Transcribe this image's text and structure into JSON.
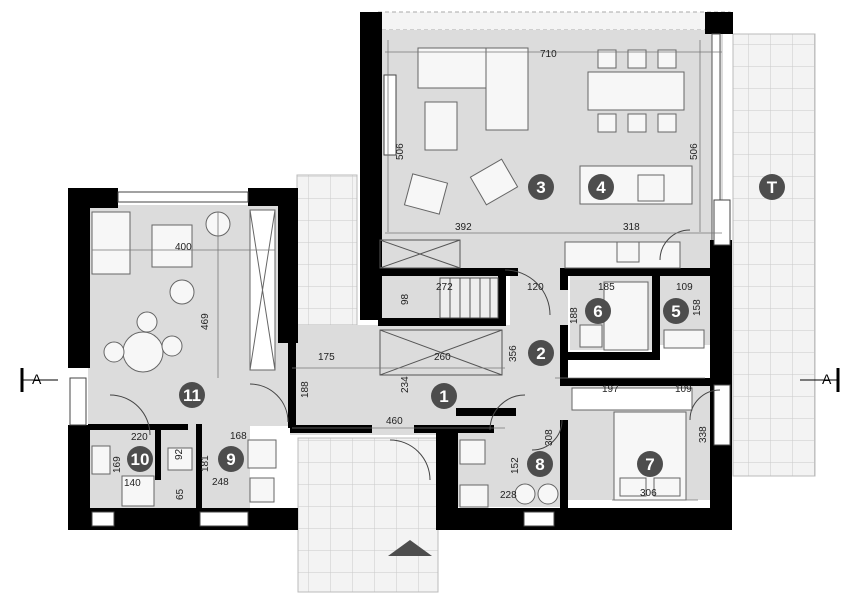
{
  "rooms": {
    "r1": "1",
    "r2": "2",
    "r3": "3",
    "r4": "4",
    "r5": "5",
    "r6": "6",
    "r7": "7",
    "r8": "8",
    "r9": "9",
    "r10": "10",
    "r11": "11",
    "terrace": "T"
  },
  "section_labels": {
    "left": "A",
    "right": "A"
  },
  "dimensions": {
    "living_width": "710",
    "living_depth_left": "506",
    "living_depth_right": "506",
    "kitchen_left": "392",
    "kitchen_right": "318",
    "stair_top": "272",
    "stair_side": "98",
    "hall_120": "120",
    "bath6_width": "185",
    "bath6_depth": "188",
    "room5_width": "109",
    "room5_depth": "158",
    "room11_couch": "400",
    "room11_depth": "469",
    "corridor_175": "175",
    "corridor_260": "260",
    "hall2_depth": "356",
    "hall1_depth": "234",
    "hall1_side": "188",
    "hall1_width": "460",
    "room7_197": "197",
    "room7_109": "109",
    "room7_depth": "338",
    "room7_width": "306",
    "room8_depth": "308",
    "room8_152": "152",
    "room8_width": "228",
    "room9_width": "168",
    "room9_181": "181",
    "room9_bottom": "248",
    "room10_width": "220",
    "room10_169": "169",
    "room10_140": "140",
    "room10_92": "92",
    "room10_65": "65"
  },
  "colors": {
    "wall": "#000000",
    "floor": "#dcdcdc",
    "terrace": "#f2f2f2",
    "marker": "#4d4d4d",
    "furniture": "#f7f7f7"
  }
}
